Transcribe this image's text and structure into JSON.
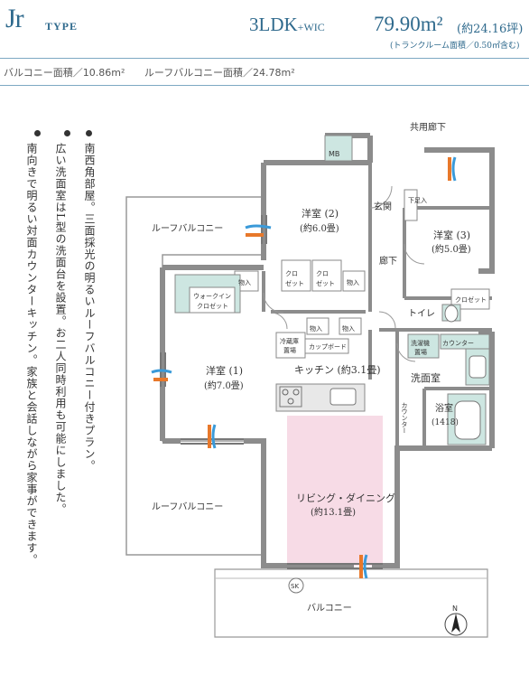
{
  "header": {
    "type_letter": "Jr",
    "type_word": "TYPE",
    "plan": "3LDK",
    "plan_suffix": "+WIC",
    "area": "79.90m²",
    "area_tsubo": "(約24.16坪)",
    "trunk_note": "(トランクルーム面積／0.50㎡含む)"
  },
  "subheader": {
    "balcony": "バルコニー面積／10.86m²",
    "roof_balcony": "ルーフバルコニー面積／24.78m²"
  },
  "features": [
    "南西角部屋。三面採光の明るいルーフバルコニー付きプラン。",
    "広い洗面室はL型の洗面台を設置。お二人同時利用も可能にしました。",
    "南向きで明るい対面カウンターキッチン。家族と会話しながら家事ができます。"
  ],
  "rooms": {
    "corridor": "共用廊下",
    "mb": "MB",
    "entrance": "玄関",
    "shoe": "下足入",
    "western2": "洋室 (2)",
    "western2_size": "(約6.0畳)",
    "western3": "洋室 (3)",
    "western3_size": "(約5.0畳)",
    "western1": "洋室 (1)",
    "western1_size": "(約7.0畳)",
    "hall": "廊下",
    "closet": "クロゼット",
    "closet_a": "クロ",
    "closet_b": "ゼット",
    "storage": "物入",
    "wic_a": "ウォークイン",
    "wic_b": "クロゼット",
    "toilet": "トイレ",
    "fridge_a": "冷蔵庫",
    "fridge_b": "置場",
    "cupboard": "カップボード",
    "kitchen": "キッチン (約3.1畳)",
    "washer_a": "洗濯機",
    "washer_b": "置場",
    "counter": "カウンター",
    "washroom": "洗面室",
    "bath": "浴室",
    "bath_size": "(1418)",
    "counter_v": "カウンター",
    "living": "リビング・ダイニング",
    "living_size": "(約13.1畳)",
    "roof_balcony_top": "ルーフバルコニー",
    "roof_balcony_bottom": "ルーフバルコニー",
    "balcony": "バルコニー",
    "sk": "SK",
    "north": "N"
  },
  "colors": {
    "accent": "#2f6a8d",
    "living_fill": "#f7dbe6",
    "fixture_fill": "#cde6e1",
    "wall": "#8c8c8c",
    "arrow_orange": "#e8782a",
    "arrow_blue": "#3a9ad9"
  }
}
